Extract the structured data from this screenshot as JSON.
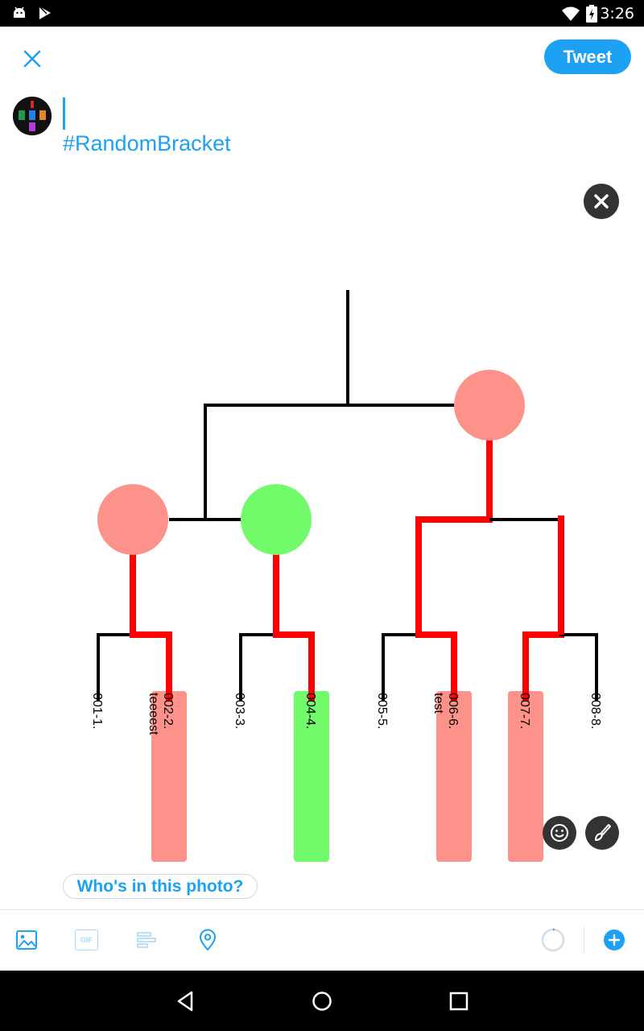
{
  "status_bar": {
    "time": "3:26"
  },
  "header": {
    "tweet_label": "Tweet"
  },
  "compose": {
    "hashtag": "#RandomBracket"
  },
  "media": {
    "tag_people_label": "Who's in this photo?",
    "bracket": {
      "entries": [
        {
          "number": "001-1.",
          "name": "",
          "status": "none"
        },
        {
          "number": "002-2.",
          "name": "teeeest",
          "status": "lose"
        },
        {
          "number": "003-3.",
          "name": "",
          "status": "none"
        },
        {
          "number": "004-4.",
          "name": "",
          "status": "win"
        },
        {
          "number": "005-5.",
          "name": "",
          "status": "none"
        },
        {
          "number": "006-6.",
          "name": "test",
          "status": "lose"
        },
        {
          "number": "007-7.",
          "name": "",
          "status": "lose"
        },
        {
          "number": "008-8.",
          "name": "",
          "status": "none"
        }
      ],
      "colors": {
        "win": "#73fa6b",
        "lose": "#fd928b",
        "path": "#ff0000",
        "line": "#000000"
      }
    }
  },
  "toolbar": {
    "gif_label": "GIF"
  },
  "colors": {
    "accent": "#1da1f2"
  }
}
